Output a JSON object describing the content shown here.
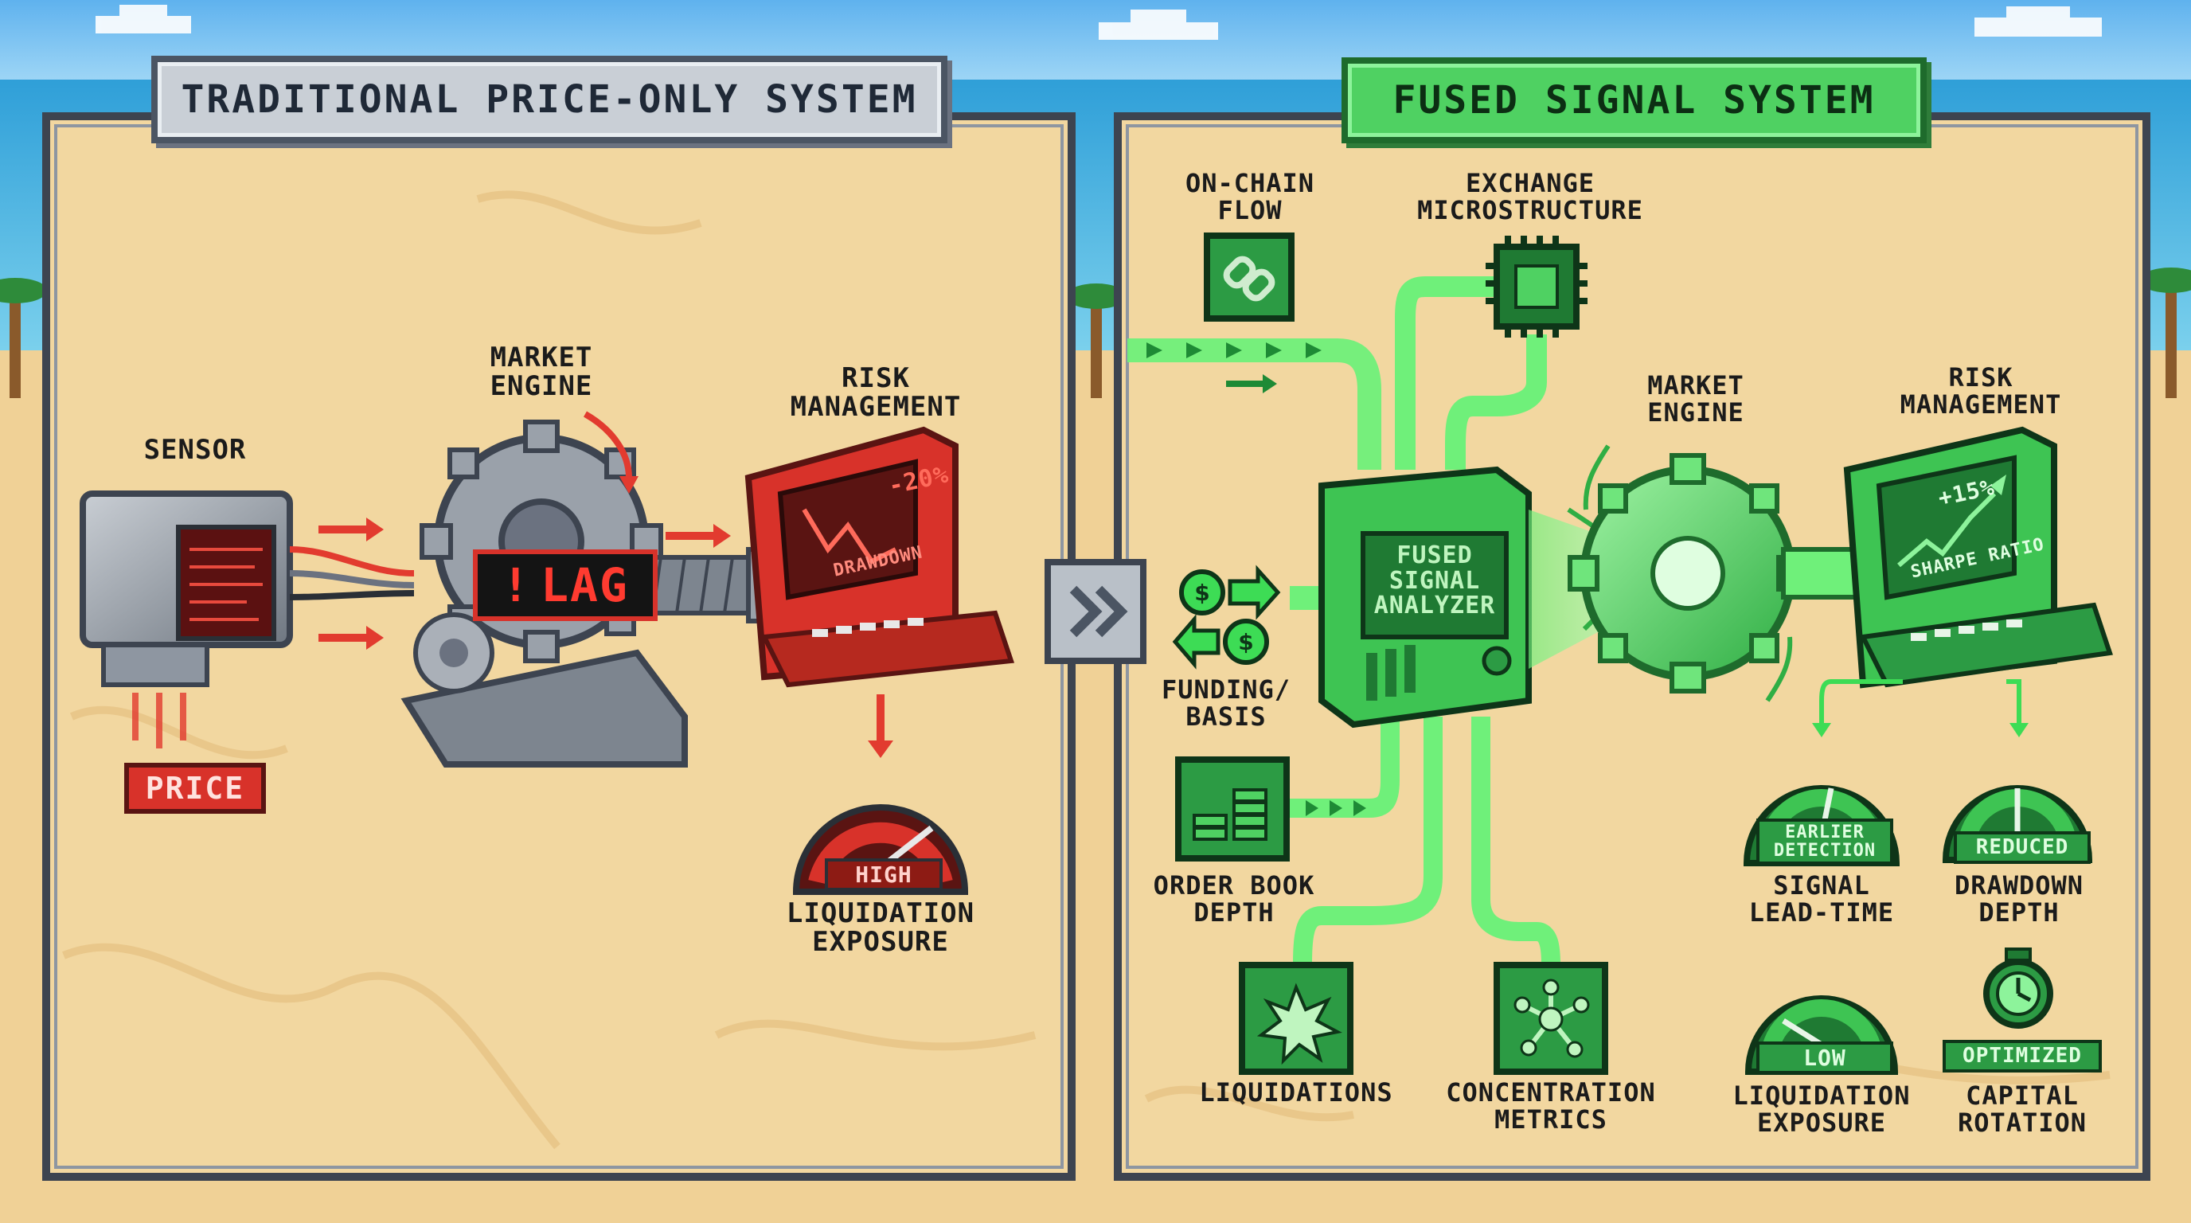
{
  "left_panel": {
    "title": "TRADITIONAL PRICE-ONLY SYSTEM",
    "sensor_label": "SENSOR",
    "price_label": "PRICE",
    "engine_label": "MARKET\nENGINE",
    "lag_label": "LAG",
    "risk_label": "RISK\nMANAGEMENT",
    "screen_value": "-20%",
    "screen_caption": "DRAWDOWN",
    "gauge_value": "HIGH",
    "gauge_label": "LIQUIDATION\nEXPOSURE"
  },
  "right_panel": {
    "title": "FUSED SIGNAL SYSTEM",
    "onchain_label": "ON-CHAIN\nFLOW",
    "exchange_label": "EXCHANGE\nMICROSTRUCTURE",
    "funding_label": "FUNDING/\nBASIS",
    "orderbook_label": "ORDER BOOK\nDEPTH",
    "liquidations_label": "LIQUIDATIONS",
    "concentration_label": "CONCENTRATION\nMETRICS",
    "analyzer_label": "FUSED\nSIGNAL\nANALYZER",
    "engine_label": "MARKET\nENGINE",
    "risk_label": "RISK\nMANAGEMENT",
    "screen_value": "+15%",
    "screen_caption": "SHARPE RATIO",
    "outcomes": [
      {
        "badge": "EARLIER\nDETECTION",
        "label": "SIGNAL\nLEAD-TIME"
      },
      {
        "badge": "REDUCED",
        "label": "DRAWDOWN\nDEPTH"
      },
      {
        "badge": "LOW",
        "label": "LIQUIDATION\nEXPOSURE"
      },
      {
        "badge": "OPTIMIZED",
        "label": "CAPITAL\nROTATION"
      }
    ]
  },
  "colors": {
    "sand": "#f1d49a",
    "sky": "#7cc3f0",
    "red_accent": "#e23b2f",
    "green_accent": "#3ddc55",
    "frame_dark": "#3d4450"
  },
  "icons": [
    "sensor-icon",
    "gear-icon",
    "monitor-icon",
    "gauge-icon",
    "link-icon",
    "chip-icon",
    "dollar-exchange-icon",
    "coins-stack-icon",
    "explosion-icon",
    "network-icon",
    "stopwatch-icon",
    "double-chevron-icon"
  ]
}
